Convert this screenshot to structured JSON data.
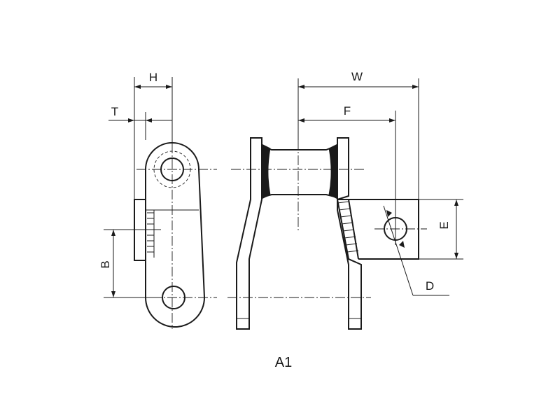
{
  "dimensions": {
    "h": "H",
    "t": "T",
    "b": "B",
    "w": "W",
    "f": "F",
    "e": "E",
    "d": "D"
  },
  "caption": "A1"
}
